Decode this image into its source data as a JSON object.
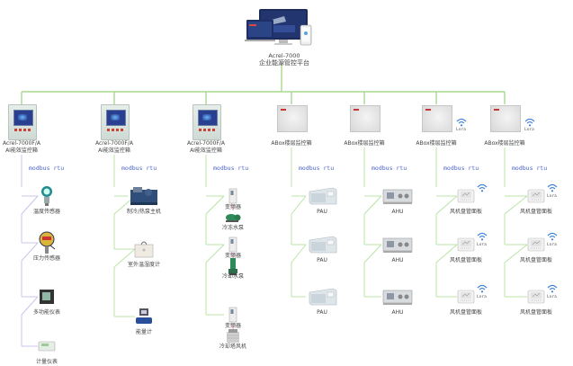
{
  "platform": {
    "icon": "monitor-platform-icon",
    "model": "Acrel-7000",
    "name": "企业能源管控平台"
  },
  "colors": {
    "bus_line": "#a9d98f",
    "branch_line_left": "#c8c5ea",
    "branch_line": "#b9e4a6",
    "modbus_text": "#4a63c8",
    "wifi": "#3b7fd8"
  },
  "protocol_label": "modbus rtu",
  "lora_label": "Lora",
  "controllers": [
    {
      "type": "ai",
      "model": "Acrel-7000F/A",
      "name": "AI能效监控箱",
      "lora": false,
      "devices": [
        {
          "icon": "temperature-sensor-icon",
          "label": "温度传感器"
        },
        {
          "icon": "pressure-sensor-icon",
          "label": "压力传感器"
        },
        {
          "icon": "multifunction-meter-icon",
          "label": "多功能仪表"
        },
        {
          "icon": "metering-meter-icon",
          "label": "计量仪表"
        }
      ]
    },
    {
      "type": "ai",
      "model": "Acrel-7000F/A",
      "name": "AI能效监控箱",
      "lora": false,
      "devices": [
        {
          "icon": "chiller-icon",
          "label": "制冷/热泵主机"
        },
        {
          "icon": "outdoor-hygrometer-icon",
          "label": "室外温湿度计"
        },
        {
          "icon": "energy-meter-icon",
          "label": "能量计"
        }
      ]
    },
    {
      "type": "ai",
      "model": "Acrel-7000F/A",
      "name": "AI能效监控箱",
      "lora": false,
      "devices": [
        {
          "icon": "inverter-icon",
          "label": "变频器",
          "sub": {
            "icon": "chilled-water-pump-icon",
            "label": "冷冻水泵"
          }
        },
        {
          "icon": "inverter-icon",
          "label": "变频器",
          "sub": {
            "icon": "cooling-water-pump-icon",
            "label": "冷却水泵"
          }
        },
        {
          "icon": "inverter-icon",
          "label": "变频器",
          "sub": {
            "icon": "cooling-tower-fan-icon",
            "label": "冷却塔风机"
          }
        }
      ]
    },
    {
      "type": "abox",
      "name": "ABox楼层监控箱",
      "lora": false,
      "devices": [
        {
          "icon": "pau-unit-icon",
          "label": "PAU"
        },
        {
          "icon": "pau-unit-icon",
          "label": "PAU"
        },
        {
          "icon": "pau-unit-icon",
          "label": "PAU"
        }
      ]
    },
    {
      "type": "abox",
      "name": "ABox楼层监控箱",
      "lora": false,
      "devices": [
        {
          "icon": "ahu-unit-icon",
          "label": "AHU"
        },
        {
          "icon": "ahu-unit-icon",
          "label": "AHU"
        },
        {
          "icon": "ahu-unit-icon",
          "label": "AHU"
        }
      ]
    },
    {
      "type": "abox",
      "name": "ABox楼层监控箱",
      "lora": true,
      "devices": [
        {
          "icon": "fan-coil-panel-icon",
          "label": "风机盘管面板",
          "lora": false
        },
        {
          "icon": "fan-coil-panel-icon",
          "label": "风机盘管面板",
          "lora": true
        },
        {
          "icon": "fan-coil-panel-icon",
          "label": "风机盘管面板",
          "lora": true
        }
      ]
    },
    {
      "type": "abox",
      "name": "ABox楼层监控箱",
      "lora": true,
      "devices": [
        {
          "icon": "fan-coil-panel-icon",
          "label": "风机盘管面板",
          "lora": true
        },
        {
          "icon": "fan-coil-panel-icon",
          "label": "风机盘管面板",
          "lora": true
        },
        {
          "icon": "fan-coil-panel-icon",
          "label": "风机盘管面板",
          "lora": true
        }
      ]
    }
  ]
}
